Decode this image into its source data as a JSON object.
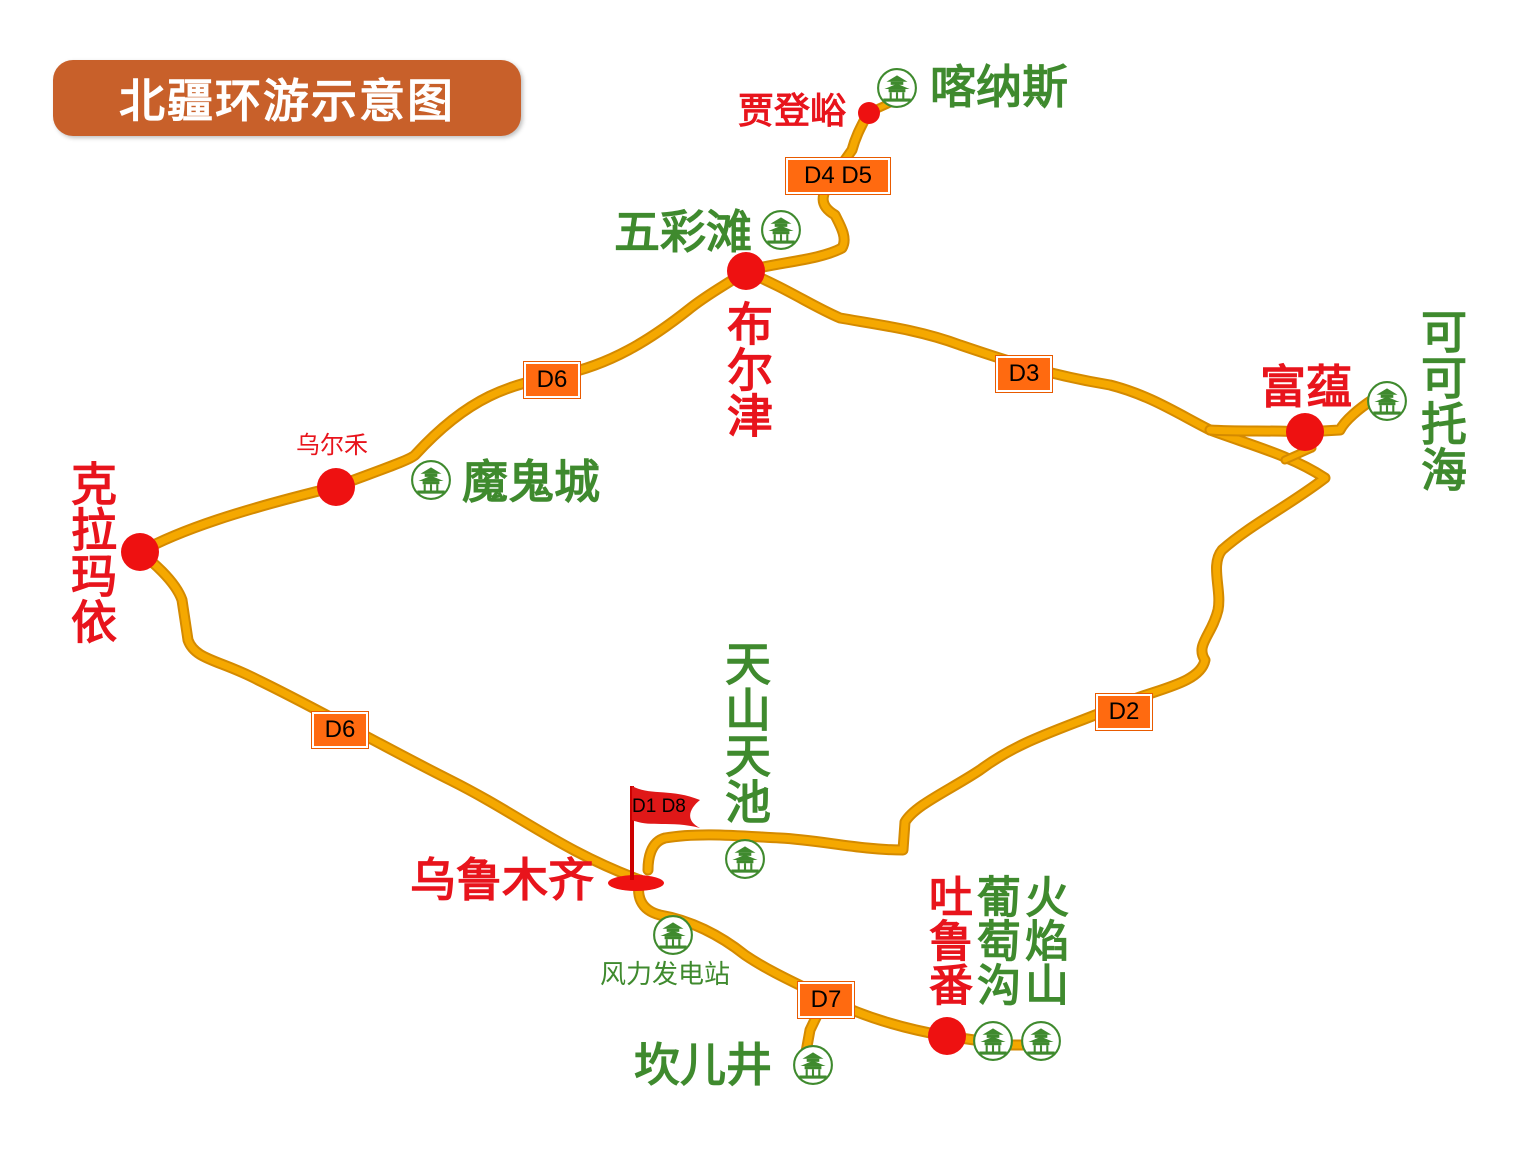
{
  "title": "北疆环游示意图",
  "colors": {
    "route": "#f5a800",
    "route_edge": "#d48a00",
    "stop": "#ee1111",
    "title_bg": "#c8602a",
    "badge": "#ff6a10",
    "scenic": "#3f8a2e"
  },
  "places": {
    "urumqi": "乌鲁木齐",
    "karamay": "克拉玛依",
    "urho": "乌尔禾",
    "burqin": "布尔津",
    "jiadengyu": "贾登峪",
    "fuyun": "富蕴",
    "turpan": "吐鲁番"
  },
  "attractions": {
    "kanas": "喀纳斯",
    "wucaitan": "五彩滩",
    "moguicheng": "魔鬼城",
    "keketuohai": "可可托海",
    "tianchi": "天山天池",
    "putaogou": "葡萄沟",
    "huoyanshan": "火焰山",
    "wind_farm": "风力发电站",
    "karez": "坎儿井"
  },
  "day_markers": {
    "d1_d8": "D1 D8",
    "d2": "D2",
    "d3": "D3",
    "d4_d5": "D4 D5",
    "d6_north": "D6",
    "d6_west": "D6",
    "d7": "D7"
  },
  "icons": {
    "scenic": "pagoda-icon",
    "start": "flag-icon",
    "stop": "red-dot"
  }
}
